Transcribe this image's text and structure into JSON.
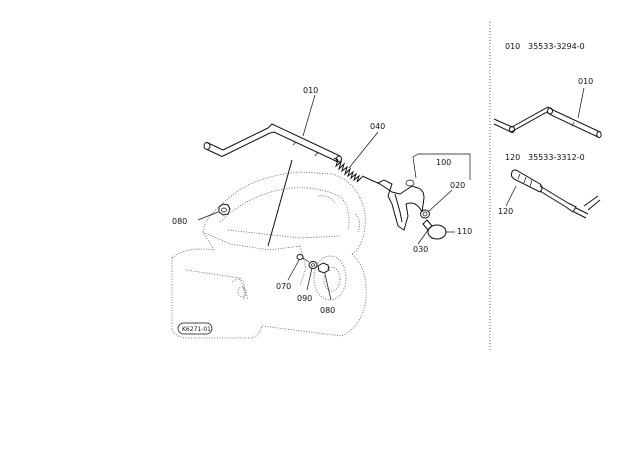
{
  "diagram_id": "K6271-01",
  "callouts": {
    "c010": "010",
    "c040": "040",
    "c100": "100",
    "c020": "020",
    "c110": "110",
    "c030": "030",
    "c080_left": "080",
    "c070": "070",
    "c090": "090",
    "c080_bottom": "080"
  },
  "side_panel": {
    "part1": {
      "ref": "010",
      "part_no": "35533-3294-0",
      "callout": "010"
    },
    "part2": {
      "ref": "120",
      "part_no": "35533-3312-0",
      "callout": "120"
    }
  }
}
